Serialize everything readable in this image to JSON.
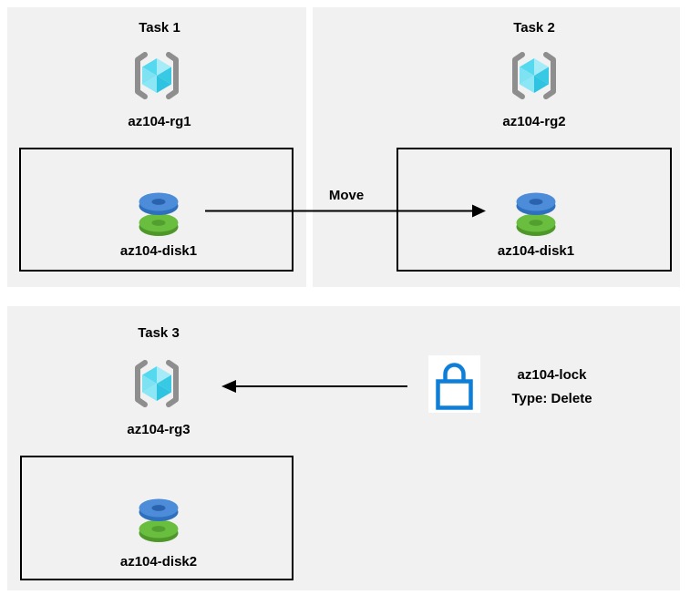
{
  "diagram": {
    "tasks": [
      {
        "title": "Task 1",
        "resource_group": "az104-rg1",
        "disk": "az104-disk1"
      },
      {
        "title": "Task 2",
        "resource_group": "az104-rg2",
        "disk": "az104-disk1"
      },
      {
        "title": "Task 3",
        "resource_group": "az104-rg3",
        "disk": "az104-disk2"
      }
    ],
    "move_arrow_label": "Move",
    "lock": {
      "name": "az104-lock",
      "type": "Type: Delete"
    }
  },
  "icons": {
    "resource_group": "azure-resource-group-icon",
    "disk": "azure-managed-disk-icon",
    "lock": "azure-resource-lock-icon"
  },
  "colors": {
    "panel_background": "#F1F1F2",
    "box_border": "#000000",
    "arrow": "#000000",
    "bracket_gray": "#8E8E8E",
    "cube_pale": "#A6ECF8",
    "cube_light": "#7EE2F3",
    "cube_medium": "#55D9EF",
    "cube_dark": "#2EC4E1",
    "disk_blue_top": "#4C8CD9",
    "disk_blue_rim": "#2E6FBE",
    "disk_blue_hole": "#2B62AE",
    "disk_green_top": "#69BD3F",
    "disk_green_rim": "#4E9729",
    "disk_green_hole": "#529F2F",
    "lock_blue": "#0E7FD9"
  }
}
